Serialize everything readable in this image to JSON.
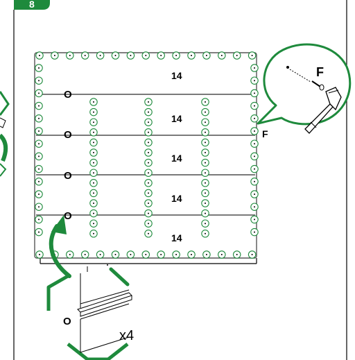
{
  "step": {
    "number": "8"
  },
  "panel_labels": [
    "14",
    "14",
    "14",
    "14",
    "14"
  ],
  "rail_label": "O",
  "screw_label": "F",
  "callout": {
    "part_label": "O",
    "quantity": "x4"
  },
  "colors": {
    "accent": "#1e8a3c",
    "nail": "#1e8a3c",
    "rail": "#7a7a7a",
    "ink": "#000000"
  },
  "icons": [
    "nail-icon",
    "hammer-icon",
    "screw-icon",
    "arrow-icon"
  ]
}
